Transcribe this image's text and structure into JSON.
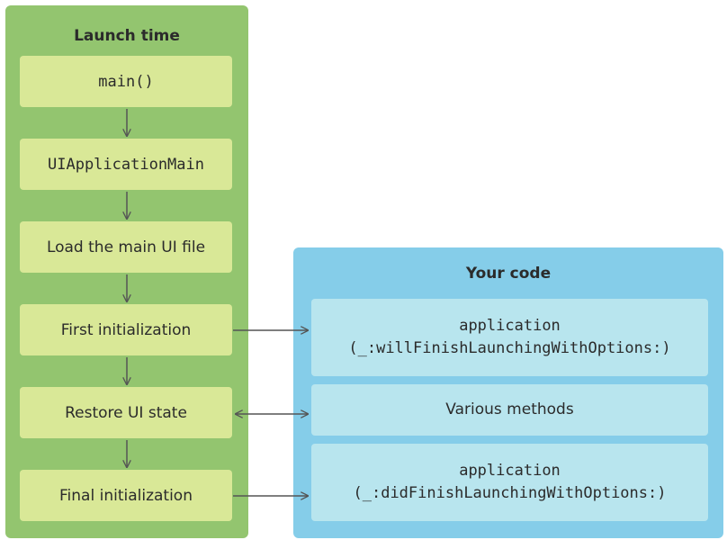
{
  "launch": {
    "title": "Launch time",
    "steps": [
      {
        "label": "main()",
        "mono": true
      },
      {
        "label": "UIApplicationMain",
        "mono": true
      },
      {
        "label": "Load the main UI file",
        "mono": false
      },
      {
        "label": "First initialization",
        "mono": false
      },
      {
        "label": "Restore UI state",
        "mono": false
      },
      {
        "label": "Final initialization",
        "mono": false
      }
    ]
  },
  "your_code": {
    "title": "Your code",
    "boxes": [
      {
        "line1": "application",
        "line2": "(_:willFinishLaunchingWithOptions:)",
        "mono": true
      },
      {
        "line1": "Various methods",
        "line2": "",
        "mono": false
      },
      {
        "line1": "application",
        "line2": "(_:didFinishLaunchingWithOptions:)",
        "mono": true
      }
    ]
  },
  "colors": {
    "launch_panel": "#93c56f",
    "launch_step": "#d9e897",
    "code_panel": "#85cde9",
    "code_box": "#b8e5ee",
    "arrow": "#555555"
  }
}
